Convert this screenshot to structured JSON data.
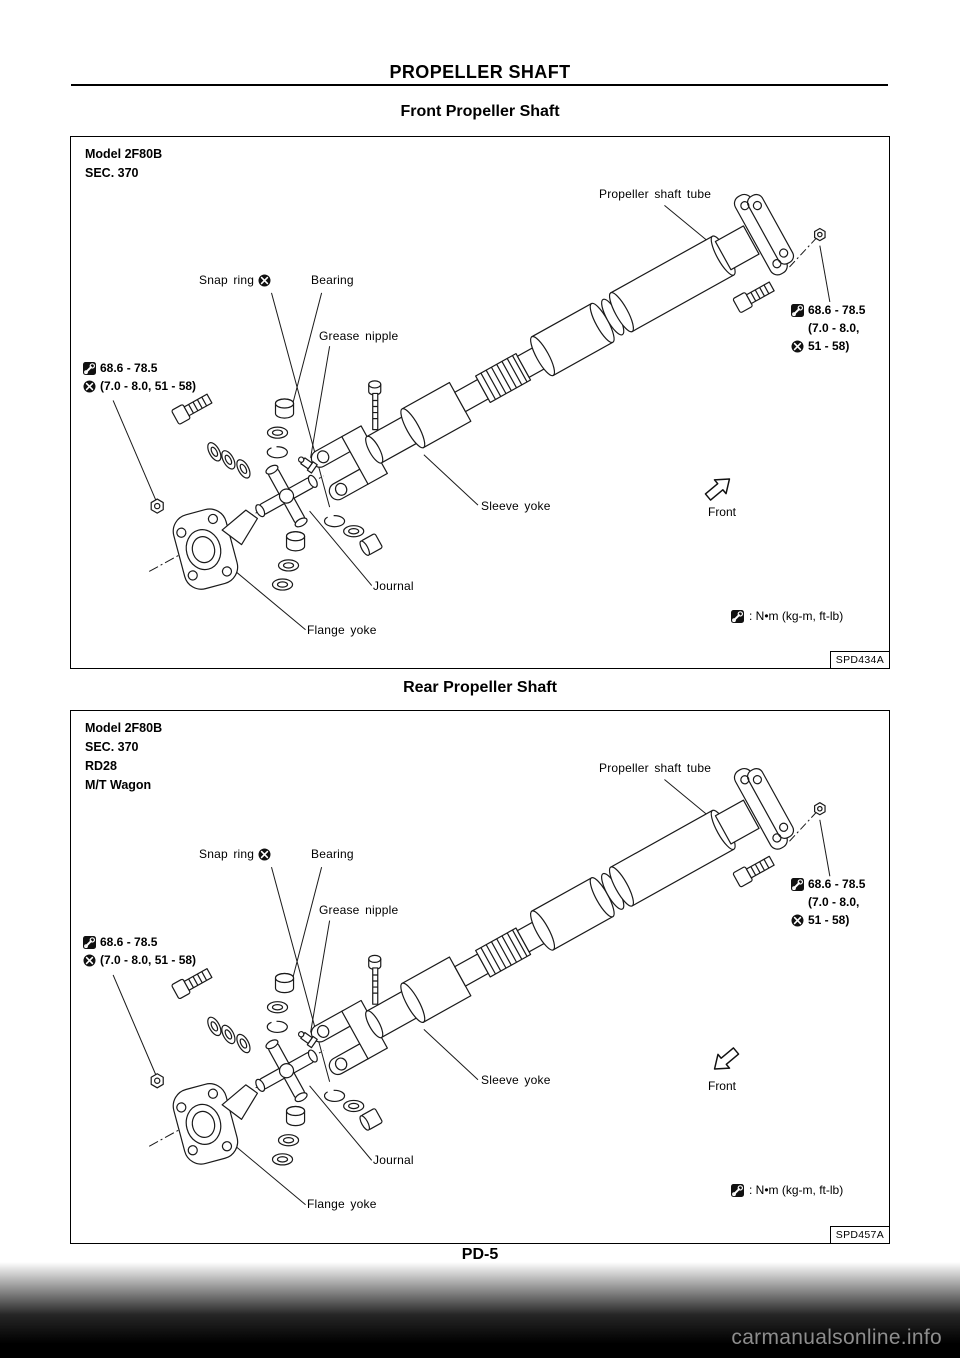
{
  "page": {
    "header": "PROPELLER SHAFT",
    "page_number": "PD-5",
    "watermark": "carmanualsonline.info"
  },
  "figures": [
    {
      "title": "Front Propeller Shaft",
      "model_lines": [
        "Model 2F80B",
        "SEC. 370"
      ],
      "code": "SPD434A",
      "labels": {
        "propeller_shaft_tube": "Propeller shaft tube",
        "snap_ring": "Snap ring",
        "bearing": "Bearing",
        "grease_nipple": "Grease nipple",
        "sleeve_yoke": "Sleeve yoke",
        "journal": "Journal",
        "flange_yoke": "Flange yoke",
        "front": "Front"
      },
      "torque_left": {
        "line1": "68.6 - 78.5",
        "line2": "(7.0 - 8.0, 51 - 58)"
      },
      "torque_right": {
        "line1": "68.6 - 78.5",
        "line2": "(7.0 - 8.0,",
        "line3": "51 - 58)"
      },
      "torque_legend": ": N•m (kg-m, ft-lb)"
    },
    {
      "title": "Rear Propeller Shaft",
      "model_lines": [
        "Model 2F80B",
        "SEC. 370",
        "RD28",
        "M/T Wagon"
      ],
      "code": "SPD457A",
      "labels": {
        "propeller_shaft_tube": "Propeller shaft tube",
        "snap_ring": "Snap ring",
        "bearing": "Bearing",
        "grease_nipple": "Grease nipple",
        "sleeve_yoke": "Sleeve yoke",
        "journal": "Journal",
        "flange_yoke": "Flange yoke",
        "front": "Front"
      },
      "torque_left": {
        "line1": "68.6 - 78.5",
        "line2": "(7.0 - 8.0, 51 - 58)"
      },
      "torque_right": {
        "line1": "68.6 - 78.5",
        "line2": "(7.0 - 8.0,",
        "line3": "51 - 58)"
      },
      "torque_legend": ": N•m (kg-m, ft-lb)"
    }
  ]
}
